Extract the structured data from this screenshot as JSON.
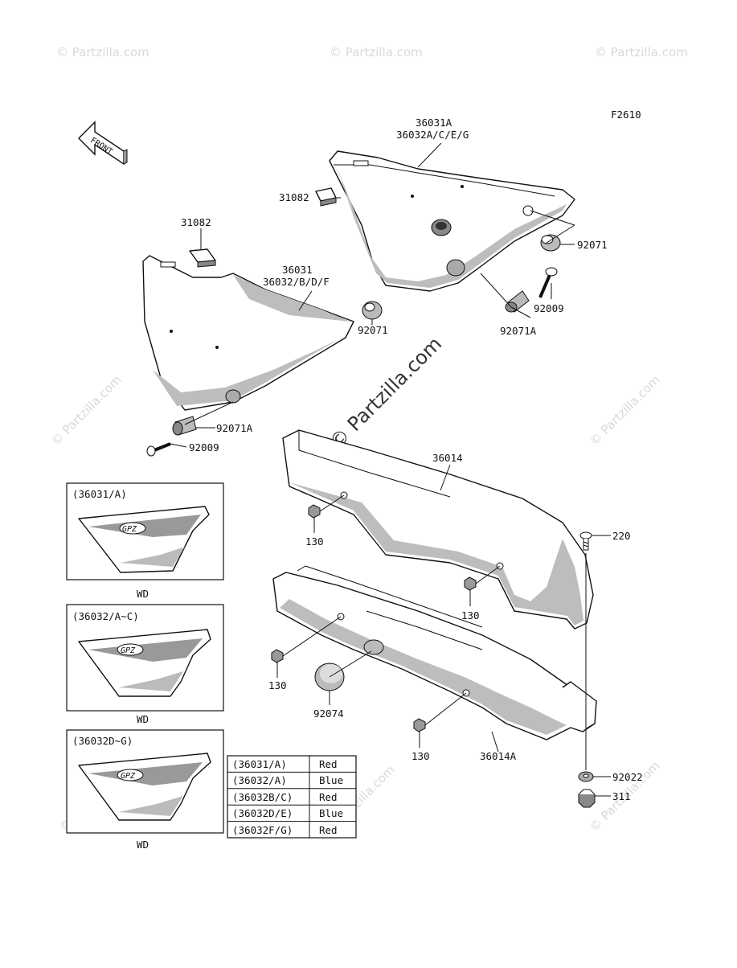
{
  "diagram_code": "F2610",
  "front_label": "FRONT",
  "watermarks": {
    "text": "© Partzilla.com",
    "center_text": "© Partzilla.com"
  },
  "callouts": {
    "upper_right_cover_a": "36031A",
    "upper_right_cover_b": "36032A/C/E/G",
    "clip_right": "31082",
    "clip_left": "31082",
    "left_cover_a": "36031",
    "left_cover_b": "36032/B/D/F",
    "grommet_right": "92071",
    "bolt_right": "92009",
    "collar_right": "92071A",
    "grommet_left": "92071",
    "collar_left": "92071A",
    "bolt_left": "92009",
    "chain_cover_upper": "36014",
    "bolt_130_a": "130",
    "bolt_130_b": "130",
    "bolt_130_c": "130",
    "bolt_130_d": "130",
    "screw_220": "220",
    "cap": "92074",
    "chain_cover_lower": "36014A",
    "washer": "92022",
    "nut": "311"
  },
  "decal_panels": [
    {
      "code": "(36031/A)",
      "caption": "WD"
    },
    {
      "code": "(36032/A~C)",
      "caption": "WD"
    },
    {
      "code": "(36032D~G)",
      "caption": "WD"
    }
  ],
  "color_table": [
    {
      "code": "(36031/A)",
      "color": "Red"
    },
    {
      "code": "(36032/A)",
      "color": "Blue"
    },
    {
      "code": "(36032B/C)",
      "color": "Red"
    },
    {
      "code": "(36032D/E)",
      "color": "Blue"
    },
    {
      "code": "(36032F/G)",
      "color": "Red"
    }
  ]
}
